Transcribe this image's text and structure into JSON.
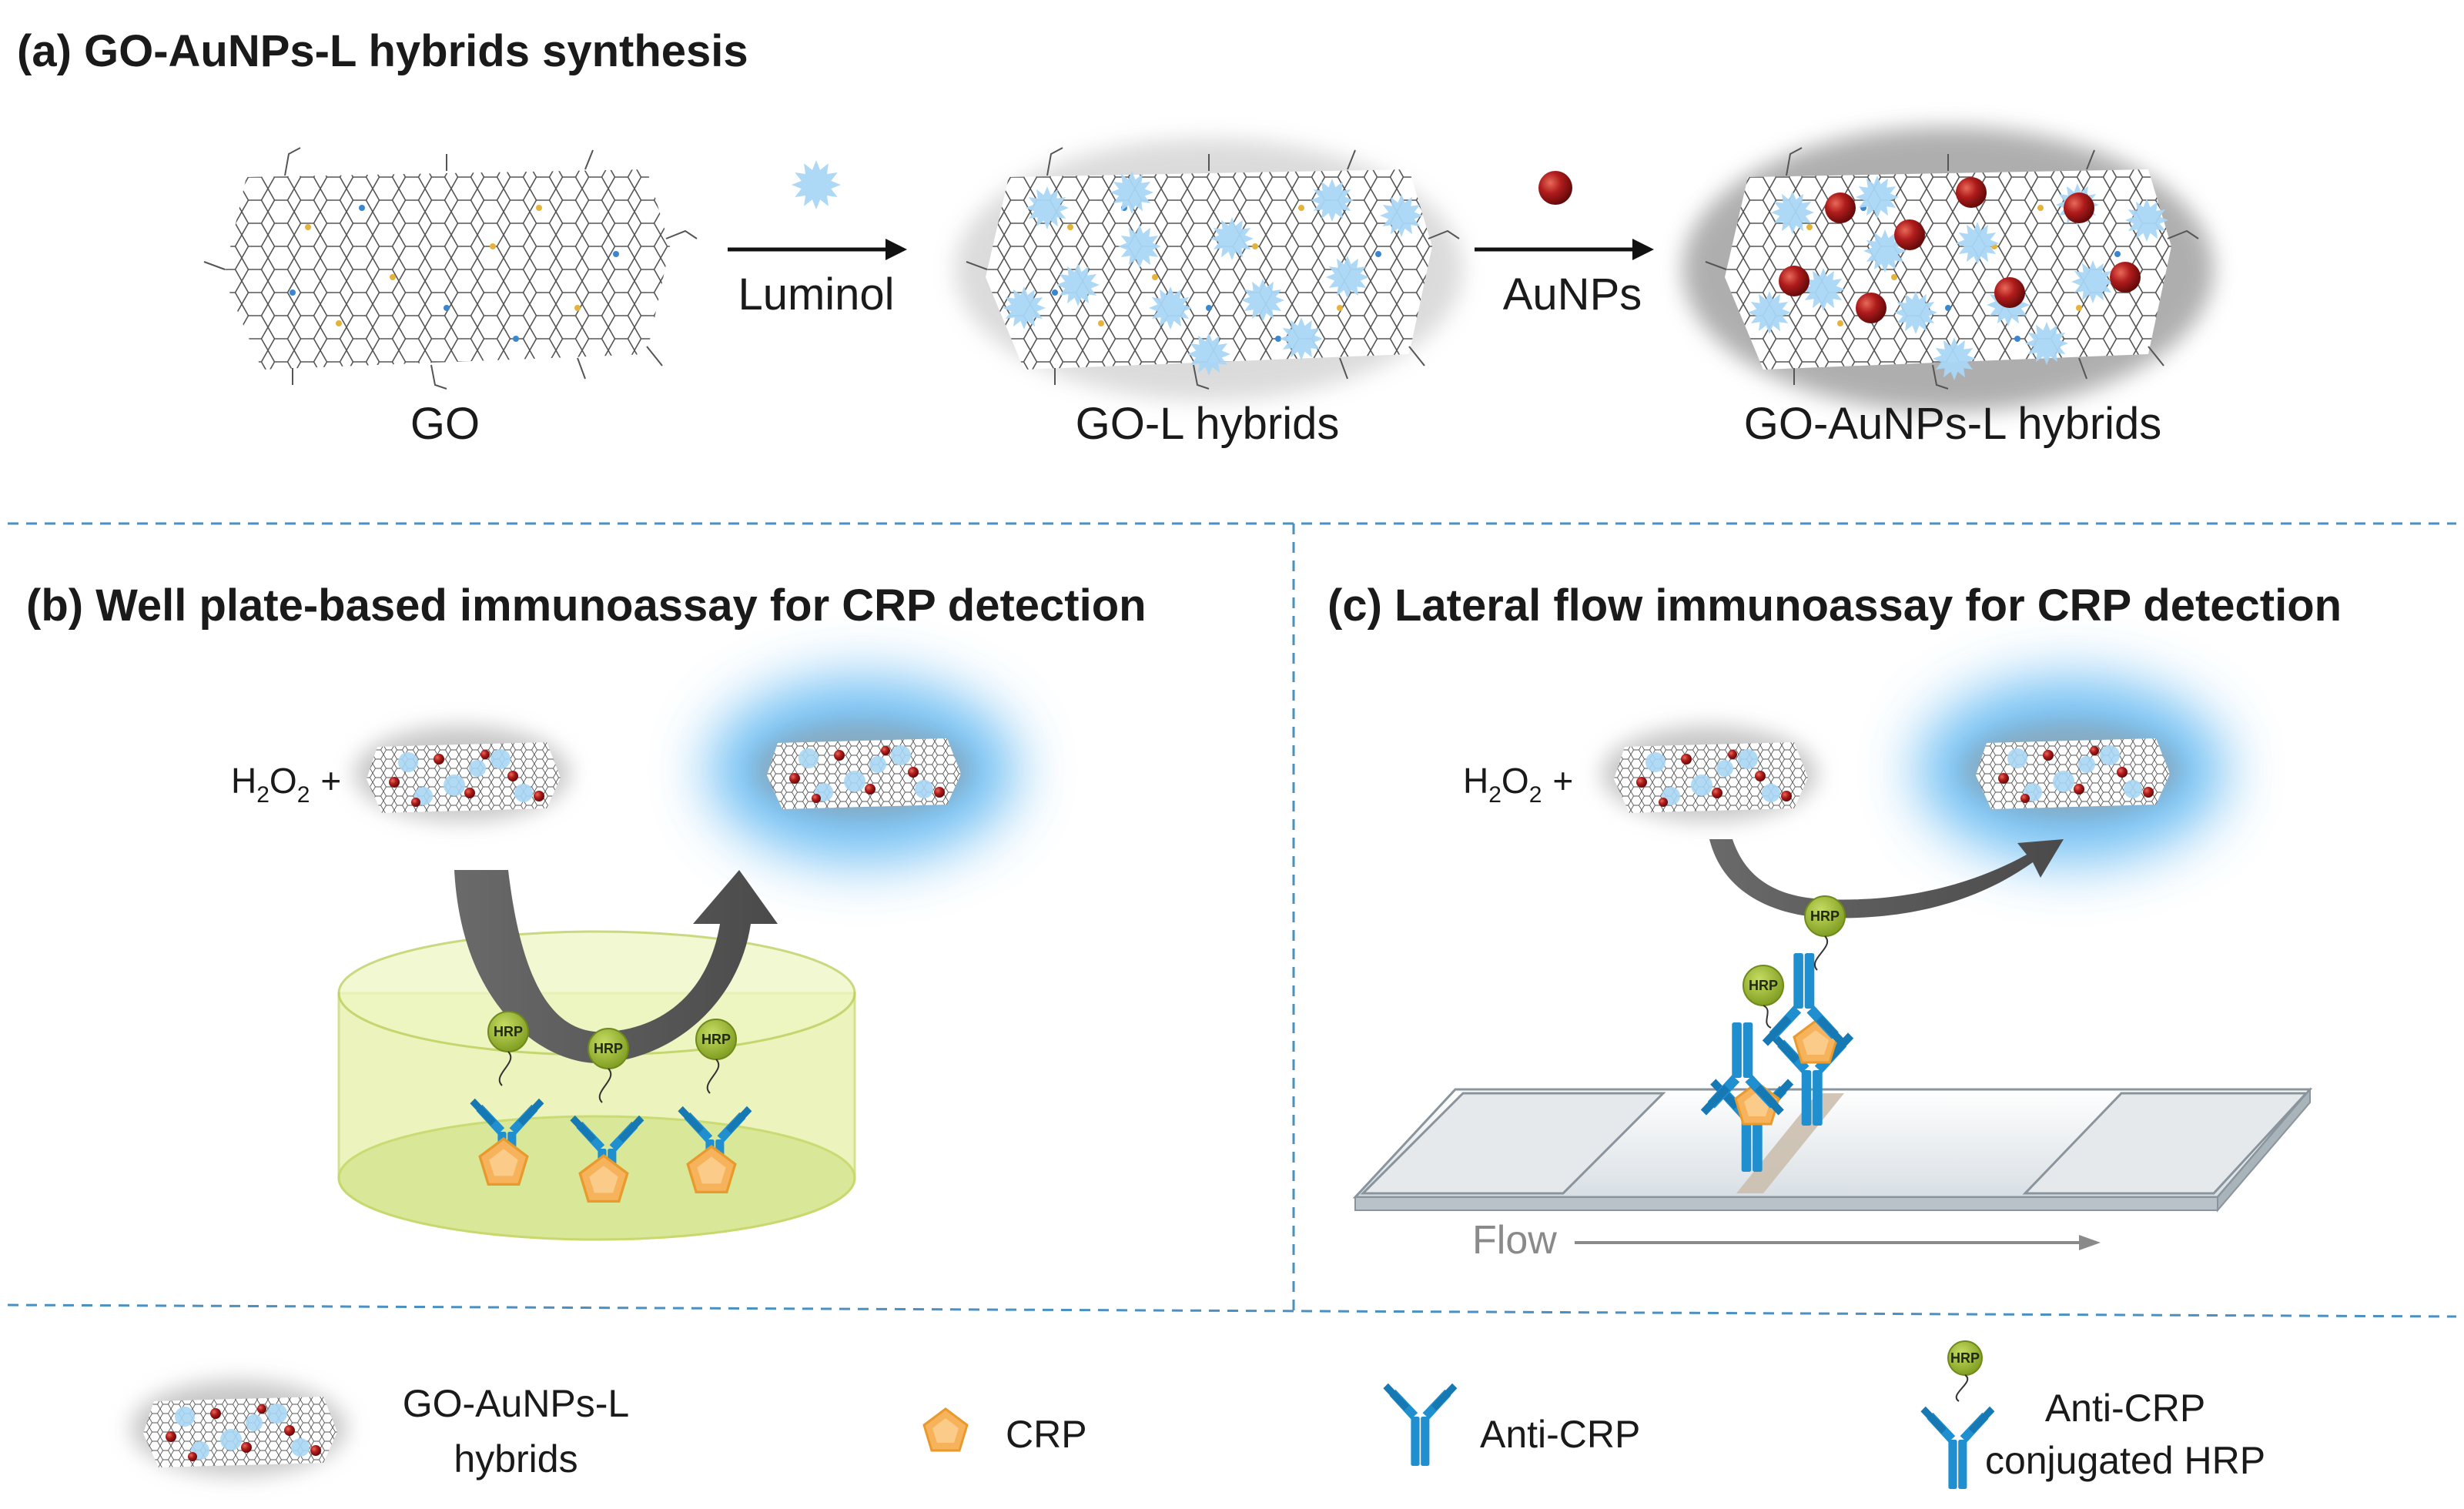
{
  "panel_a": {
    "title": "(a) GO-AuNPs-L hybrids synthesis",
    "go_label": "GO",
    "luminol_label": "Luminol",
    "gol_label": "GO-L hybrids",
    "aunps_label": "AuNPs",
    "goaunpsl_label": "GO-AuNPs-L hybrids"
  },
  "panel_b": {
    "title": "(b) Well plate-based immunoassay for CRP detection",
    "h2o2_prefix": "H",
    "h2o2_sub1": "2",
    "h2o2_mid": "O",
    "h2o2_sub2": "2",
    "h2o2_plus": "+"
  },
  "panel_c": {
    "title": "(c) Lateral flow immunoassay for CRP detection",
    "h2o2_prefix": "H",
    "h2o2_sub1": "2",
    "h2o2_mid": "O",
    "h2o2_sub2": "2",
    "h2o2_plus": "+",
    "flow_label": "Flow"
  },
  "hrp_label": "HRP",
  "legend": {
    "hybrid_line1": "GO-AuNPs-L",
    "hybrid_line2": "hybrids",
    "crp": "CRP",
    "anti_crp": "Anti-CRP",
    "conj_line1": "Anti-CRP",
    "conj_line2": "conjugated HRP"
  },
  "colors": {
    "divider": "#4a90c2",
    "luminol": "#a9d6f5",
    "aunp": "#b01c1c",
    "antibody": "#1f8fcf",
    "crp": "#f7b25c",
    "hrp": "#9ab832",
    "well": "#e6f0a8",
    "arrow": "#555555",
    "glow": "#3fa9ef"
  }
}
